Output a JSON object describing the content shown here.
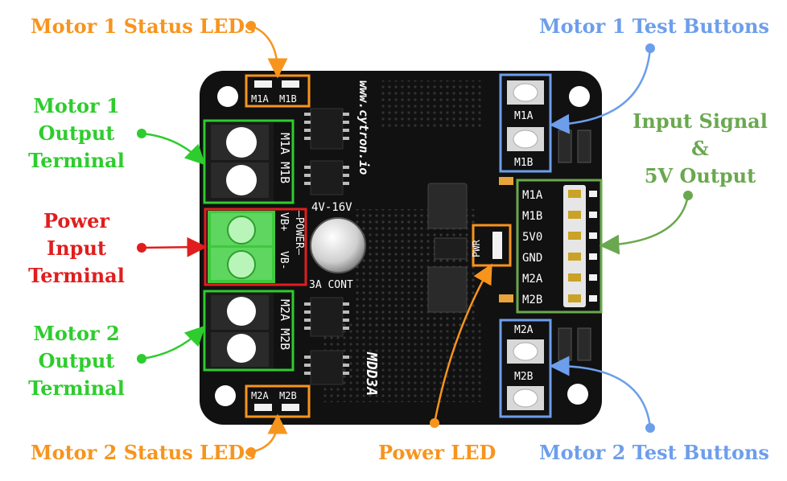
{
  "colors": {
    "orange": "#f7941d",
    "blue": "#6d9eeb",
    "green": "#2ecc2e",
    "red": "#e01e1e",
    "olive_green": "#6aa84f",
    "board": "#111111"
  },
  "callouts": {
    "m1_status_leds": "Motor 1 Status LEDs",
    "m1_test_buttons": "Motor 1 Test Buttons",
    "m1_output_terminal": [
      "Motor 1",
      "Output",
      "Terminal"
    ],
    "power_input_terminal": [
      "Power",
      "Input",
      "Terminal"
    ],
    "m2_output_terminal": [
      "Motor 2",
      "Output",
      "Terminal"
    ],
    "input_signal_output": [
      "Input Signal",
      "&",
      "5V Output"
    ],
    "m2_status_leds": "Motor 2 Status LEDs",
    "power_led": "Power LED",
    "m2_test_buttons": "Motor 2 Test Buttons"
  },
  "silkscreen": {
    "m1a": "M1A",
    "m1b": "M1B",
    "m2a": "M2A",
    "m2b": "M2B",
    "terminal_m1": "M1A M1B",
    "terminal_m2": "M2A M2B",
    "power_label": "—POWER—",
    "vb_plus": "VB+",
    "vb_minus": "VB-",
    "voltage_range": "4V-16V",
    "current_rating": "3A CONT",
    "website": "www.cytron.io",
    "model": "MDD3A",
    "pwr": "PWR",
    "header_pins": [
      "M1A",
      "M1B",
      "5V0",
      "GND",
      "M2A",
      "M2B"
    ]
  }
}
